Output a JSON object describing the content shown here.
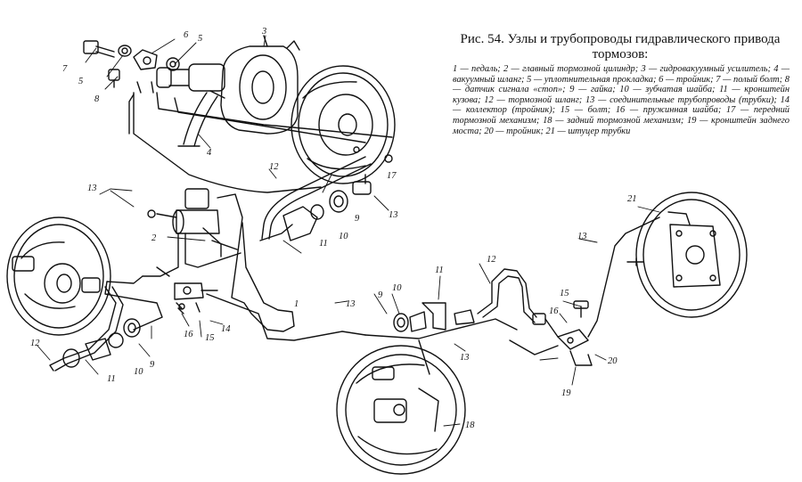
{
  "figure": {
    "title": "Рис. 54. Узлы и трубопроводы гидравлического привода тормозов:",
    "legend": "1 — педаль; 2 — главный тормозной цилиндр; 3 — гидровакуумный усилитель; 4 — вакуумный шланг; 5 — уплотнительная прокладка; 6 — тройник; 7 — полый болт; 8 — датчик сигнала «стоп»; 9 — гайка; 10 — зубчатая шайба; 11 — кронштейн кузова; 12 — тормозной шланг; 13 — соединительные трубопроводы (трубки); 14 — коллектор (тройник); 15 — болт; 16 — пружинная шайба; 17 — передний тормозной механизм; 18 — задний тормозной механизм; 19 — кронштейн заднего моста; 20 — тройник; 21 — штуцер трубки"
  },
  "callouts": [
    "1",
    "2",
    "3",
    "4",
    "5",
    "6",
    "7",
    "8",
    "9",
    "10",
    "11",
    "12",
    "13",
    "14",
    "15",
    "16",
    "17",
    "18",
    "19",
    "20",
    "21"
  ],
  "colors": {
    "ink": "#111111",
    "paper": "#ffffff"
  }
}
